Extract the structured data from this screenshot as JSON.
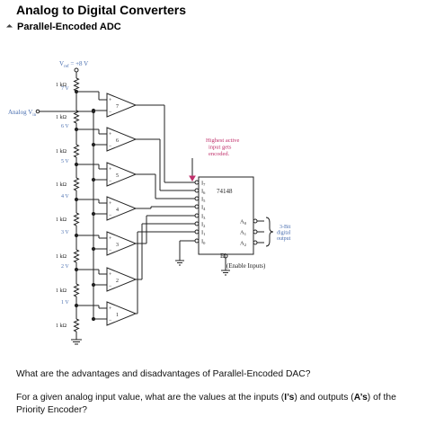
{
  "doc": {
    "title": "Analog to Digital Converters",
    "section": "Parallel-Encoded ADC"
  },
  "circuit": {
    "vref_label": "V",
    "vref_sub": "ref",
    "vref_value": " = +8 V",
    "analog_in_label": "Analog V",
    "analog_in_sub": "in",
    "resistor_label": "1 kΩ",
    "tap_voltages": [
      "7 V",
      "6 V",
      "5 V",
      "4 V",
      "3 V",
      "2 V",
      "1 V"
    ],
    "comparator_numbers": [
      "7",
      "6",
      "5",
      "4",
      "3",
      "2",
      "1"
    ],
    "highest_note": [
      "Highest active",
      "input gets",
      "encoded."
    ],
    "chip_name": "74148",
    "chip_inputs": [
      "I",
      "I",
      "I",
      "I",
      "I",
      "I",
      "I",
      "I"
    ],
    "chip_input_subs": [
      "7",
      "6",
      "5",
      "4",
      "3",
      "2",
      "1",
      "0"
    ],
    "chip_outputs": [
      "A",
      "A",
      "A"
    ],
    "chip_output_subs": [
      "0",
      "1",
      "2"
    ],
    "enable_pin": "EI",
    "enable_label": "(Enable Inputs)",
    "output_note": [
      "3-Bit",
      "digital",
      "output"
    ],
    "plus": "+",
    "minus": "−"
  },
  "questions": {
    "q1": "What are the advantages and disadvantages of Parallel-Encoded DAC?",
    "q2_a": "For a given analog input value, what are the values at the inputs (",
    "q2_b": "I’s",
    "q2_c": ") and outputs (",
    "q2_d": "A’s",
    "q2_e": ") of the Priority Encoder?"
  },
  "colors": {
    "note_red": "#c0306b",
    "note_blue": "#4a6fb0"
  }
}
